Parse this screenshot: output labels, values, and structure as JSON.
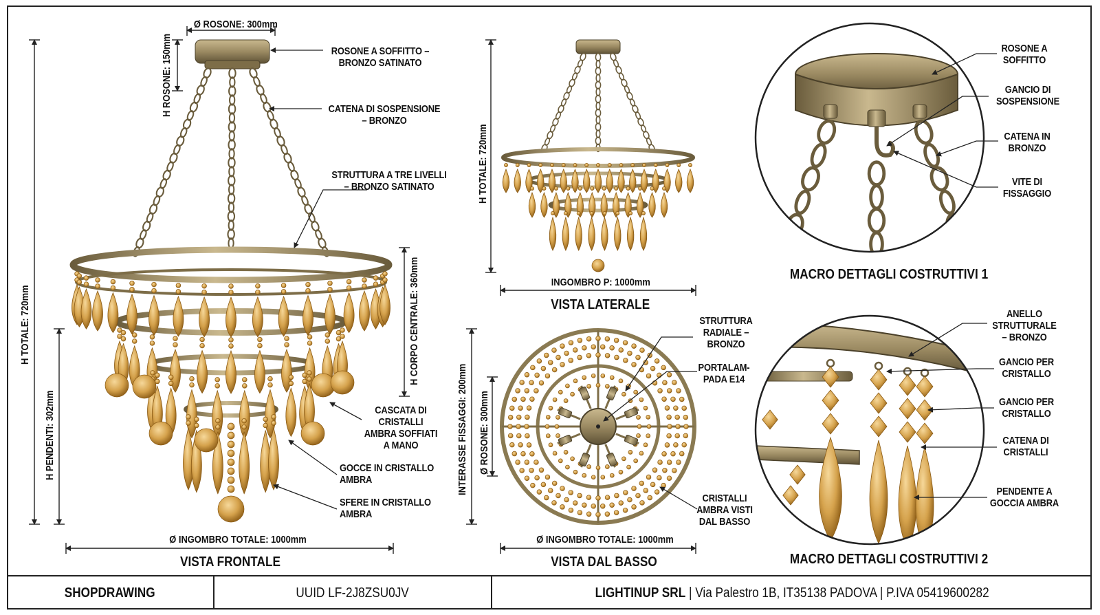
{
  "front_view": {
    "title": "VISTA FRONTALE",
    "dim_rosone_diameter": "Ø ROSONE: 300mm",
    "dim_rosone_height": "H ROSONE: 150mm",
    "dim_total_height": "H TOTALE: 720mm",
    "dim_pendants_height": "H PENDENTI: 302mm",
    "dim_body_height": "H CORPO CENTRALE: 360mm",
    "dim_total_width": "Ø INGOMBRO TOTALE: 1000mm",
    "callouts": [
      "ROSONE A SOFFITTO –\nBRONZO SATINATO",
      "CATENA DI SOSPENSIONE\n– BRONZO",
      "STRUTTURA A TRE LIVELLI\n– BRONZO SATINATO",
      "CASCATA DI\nCRISTALLI\nAMBRA SOFFIATI\nA MANO",
      "GOCCE IN CRISTALLO\nAMBRA",
      "SFERE IN CRISTALLO\nAMBRA"
    ]
  },
  "side_view": {
    "title": "VISTA LATERALE",
    "dim_total_height": "H TOTALE: 720mm",
    "dim_depth": "INGOMBRO P: 1000mm"
  },
  "bottom_view": {
    "title": "VISTA DAL BASSO",
    "dim_fixing_spacing": "INTERASSE FISSAGGI: 200mm",
    "dim_rosone": "Ø ROSONE: 300mm",
    "dim_total_width": "Ø INGOMBRO TOTALE: 1000mm",
    "callouts": [
      "STRUTTURA\nRADIALE –\nBRONZO",
      "PORTALAM-\nPADA E14",
      "CRISTALLI\nAMBRA VISTI\nDAL BASSO"
    ]
  },
  "macro1": {
    "title": "MACRO DETTAGLI COSTRUTTIVI 1",
    "callouts": [
      "ROSONE A\nSOFFITTO",
      "GANCIO DI\nSOSPENSIONE",
      "CATENA IN\nBRONZO",
      "VITE DI\nFISSAGGIO"
    ]
  },
  "macro2": {
    "title": "MACRO DETTAGLI COSTRUTTIVI 2",
    "callouts": [
      "ANELLO\nSTRUTTURALE\n– BRONZO",
      "GANCIO PER\nCRISTALLO",
      "GANCIO PER\nCRISTALLO",
      "CATENA DI\nCRISTALLI",
      "PENDENTE A\nGOCCIA AMBRA"
    ]
  },
  "title_block": {
    "type": "SHOPDRAWING",
    "uuid": "UUID LF-2J8ZSU0JV",
    "company": "LIGHTINUP SRL",
    "address": "| Via Palestro 1B, IT35138 PADOVA | P.IVA 05419600282"
  },
  "colors": {
    "bronze": "#9b8a62",
    "bronze_dark": "#5e5236",
    "amber": "#d5a24c",
    "amber_dark": "#9a6a1e",
    "line": "#222222"
  }
}
